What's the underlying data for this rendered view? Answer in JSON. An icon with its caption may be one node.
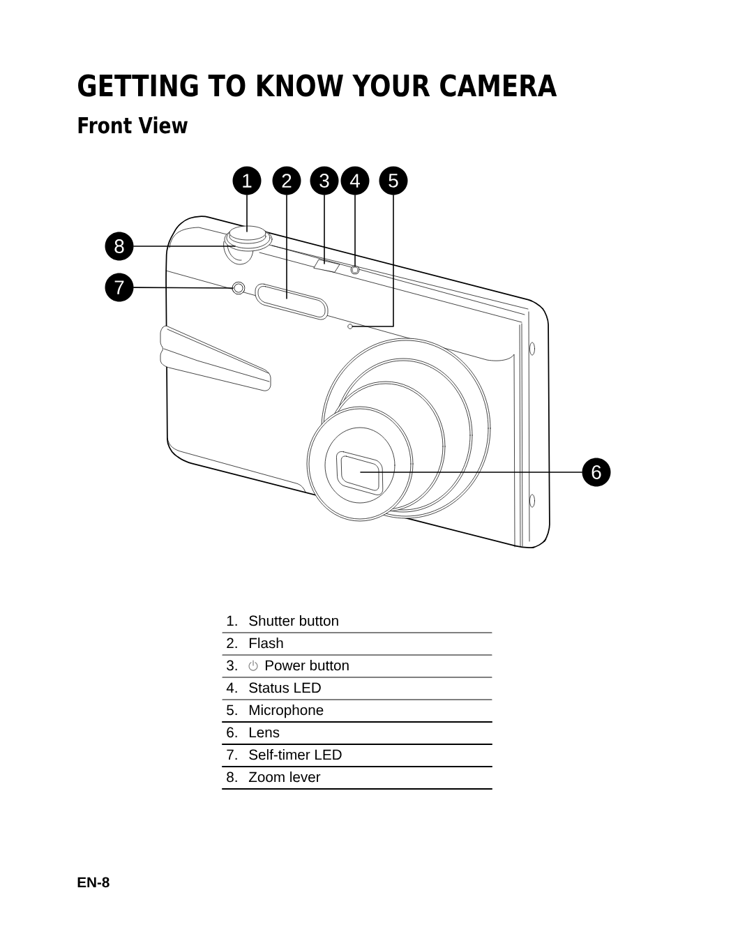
{
  "diagram": {
    "title": "GETTING TO KNOW YOUR CAMERA",
    "nodes": [
      {
        "text": [
          "1"
        ]
      },
      {
        "text": [
          "2"
        ]
      },
      {
        "text": [
          "3"
        ]
      },
      {
        "text": [
          "4"
        ]
      },
      {
        "text": [
          "5"
        ]
      },
      {
        "text": [
          "8"
        ]
      },
      {
        "text": [
          "7"
        ]
      },
      {
        "text": [
          "6"
        ]
      },
      {
        "text": [],
        "shape": "circle"
      },
      {
        "text": [],
        "shape": "circle"
      },
      {
        "text": [],
        "shape": "circle"
      }
    ],
    "edges": [
      {
        "from": 0,
        "to": null,
        "arrow": "none"
      },
      {
        "from": 1,
        "to": null,
        "arrow": "none"
      },
      {
        "from": 2,
        "to": null,
        "arrow": "none"
      },
      {
        "from": 3,
        "to": 8,
        "arrow": "none"
      },
      {
        "from": 4,
        "to": 9,
        "arrow": "none"
      },
      {
        "from": 5,
        "to": null,
        "arrow": "none"
      },
      {
        "from": 6,
        "to": 10,
        "arrow": "none"
      },
      {
        "from": 7,
        "to": null,
        "arrow": "none"
      }
    ],
    "labels": [
      "Front View",
      "1.",
      "Shutter button",
      "2.",
      "Flash",
      "3.",
      "Power button",
      "4.",
      "Status LED",
      "5.",
      "Microphone",
      "6.",
      "Lens",
      "7.",
      "Self-timer LED",
      "8.",
      "Zoom lever",
      "EN-8"
    ]
  }
}
